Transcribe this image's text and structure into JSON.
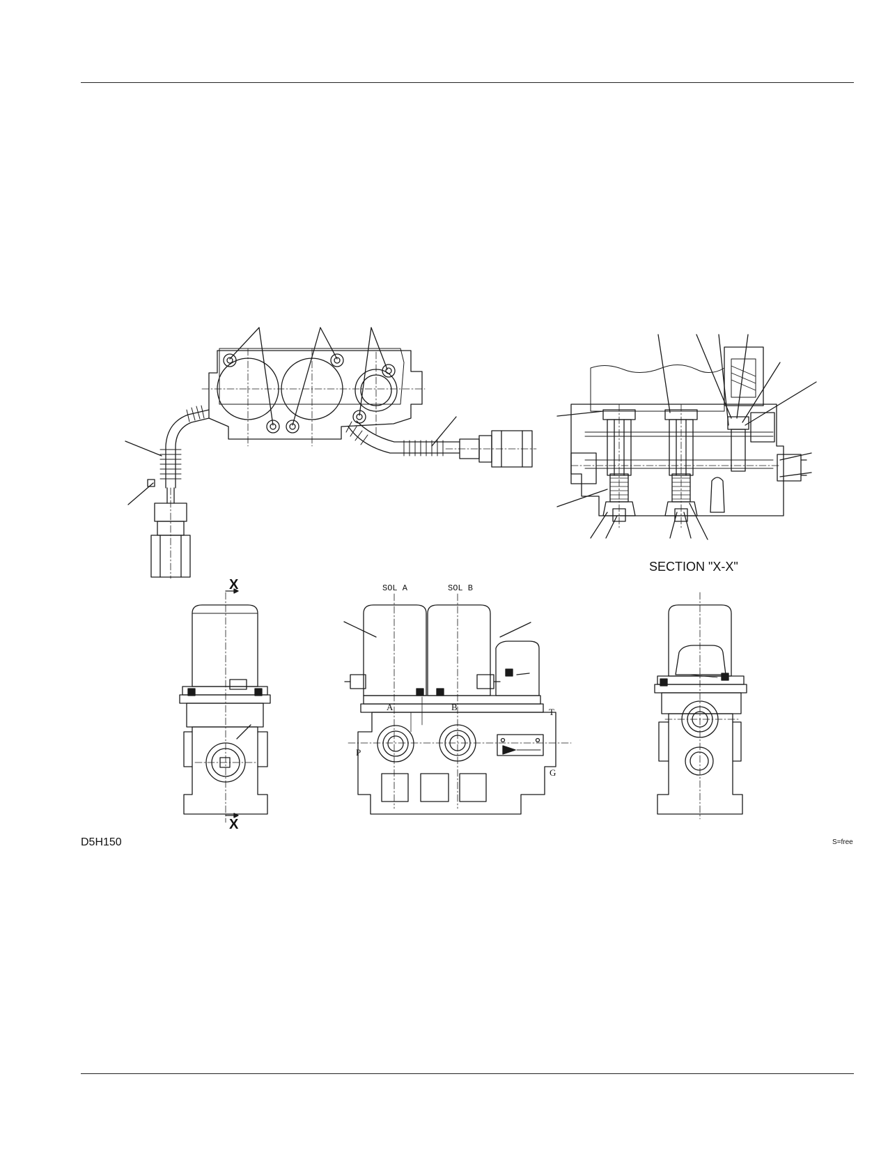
{
  "figure": {
    "id": "D5H150",
    "scale": "S=free",
    "section_title": "SECTION \"X-X\"",
    "section_marks": [
      "X",
      "X"
    ],
    "solenoid_labels": [
      "SOL A",
      "SOL B"
    ],
    "port_labels": [
      "A",
      "B",
      "P",
      "T",
      "G"
    ]
  },
  "icons": {
    "top_view": "valve-top-view-drawing",
    "section_view": "valve-section-drawing",
    "side_view_left": "valve-side-view-drawing",
    "front_view": "valve-front-view-drawing",
    "side_view_right": "valve-side-view-drawing"
  }
}
